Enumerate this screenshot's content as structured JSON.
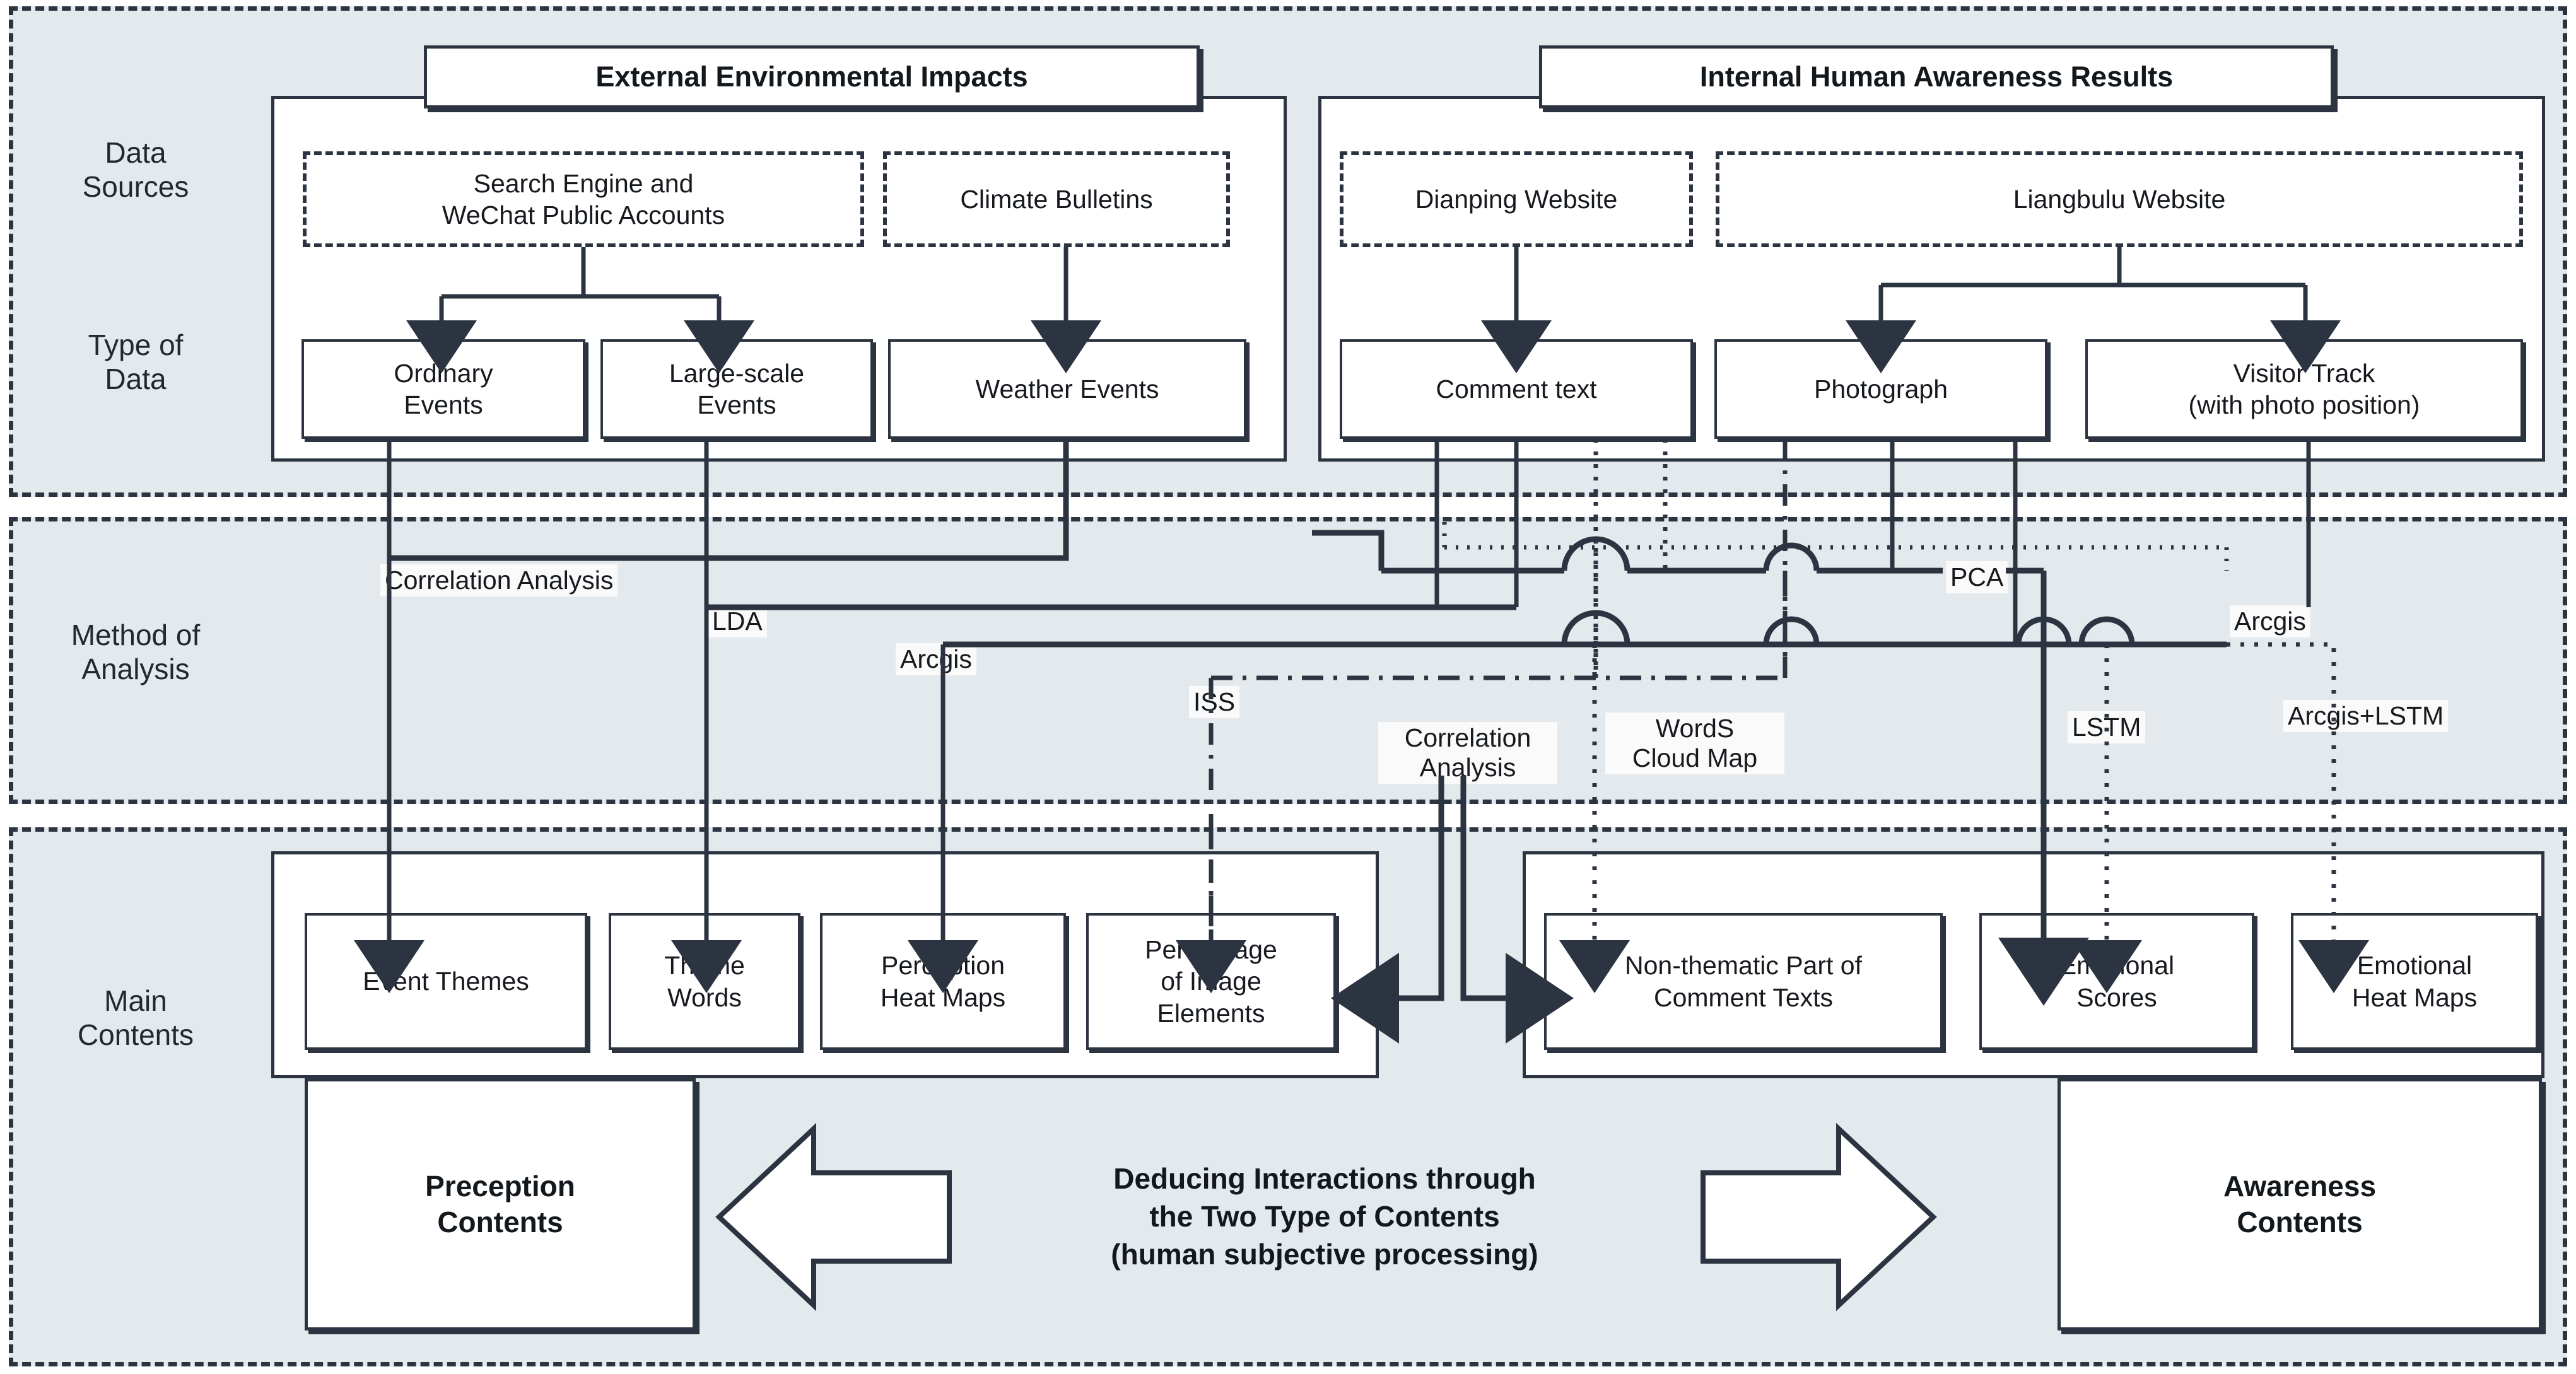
{
  "rows": [
    {
      "id": "data-sources",
      "label": "Data\nSources"
    },
    {
      "id": "type-of-data",
      "label": "Type of\nData"
    },
    {
      "id": "method-of-analysis",
      "label": "Method of\nAnalysis"
    },
    {
      "id": "main-contents",
      "label": "Main\nContents"
    }
  ],
  "titles": {
    "left": "External Environmental Impacts",
    "right": "Internal Human Awareness Results"
  },
  "sources": [
    {
      "id": "search-engine-wechat",
      "label": "Search Engine and\nWeChat Public Accounts"
    },
    {
      "id": "climate-bulletins",
      "label": "Climate Bulletins"
    },
    {
      "id": "dianping-website",
      "label": "Dianping Website"
    },
    {
      "id": "liangbulu-website",
      "label": "Liangbulu Website"
    }
  ],
  "datatypes": [
    {
      "id": "ordinary-events",
      "label": "Ordinary\nEvents"
    },
    {
      "id": "large-scale-events",
      "label": "Large-scale\nEvents"
    },
    {
      "id": "weather-events",
      "label": "Weather Events"
    },
    {
      "id": "comment-text",
      "label": "Comment text"
    },
    {
      "id": "photograph",
      "label": "Photograph"
    },
    {
      "id": "visitor-track",
      "label": "Visitor Track\n(with photo position)"
    }
  ],
  "methods": [
    {
      "id": "correlation-analysis-left",
      "label": "Correlation Analysis"
    },
    {
      "id": "lda",
      "label": "LDA"
    },
    {
      "id": "arcgis-left",
      "label": "Arcgis"
    },
    {
      "id": "iss",
      "label": "ISS"
    },
    {
      "id": "correlation-analysis-mid",
      "label": "Correlation\nAnalysis"
    },
    {
      "id": "words-cloud-map",
      "label": "WordS\nCloud Map"
    },
    {
      "id": "pca",
      "label": "PCA"
    },
    {
      "id": "lstm",
      "label": "LSTM"
    },
    {
      "id": "arcgis-right",
      "label": "Arcgis"
    },
    {
      "id": "arcgis-lstm",
      "label": "Arcgis+LSTM"
    }
  ],
  "contents_left": [
    {
      "id": "event-themes",
      "label": "Event Themes"
    },
    {
      "id": "theme-words",
      "label": "Theme\nWords"
    },
    {
      "id": "perception-heat-maps",
      "label": "Perception\nHeat Maps"
    },
    {
      "id": "percentage-image-elements",
      "label": "Percentage\nof Image\nElements"
    }
  ],
  "contents_right": [
    {
      "id": "non-thematic-comment-texts",
      "label": "Non-thematic Part of\nComment Texts"
    },
    {
      "id": "emotional-scores",
      "label": "Emotional\nScores"
    },
    {
      "id": "emotional-heat-maps",
      "label": "Emotional\nHeat Maps"
    }
  ],
  "outcomes": {
    "left": "Preception\nContents",
    "right": "Awareness\nContents",
    "center": "Deducing Interactions through\nthe Two Type of Contents\n(human subjective processing)"
  },
  "colors": {
    "background": "#e4e9ed",
    "line": "#2b3440",
    "box_fill": "#ffffff",
    "text": "#16191d"
  }
}
